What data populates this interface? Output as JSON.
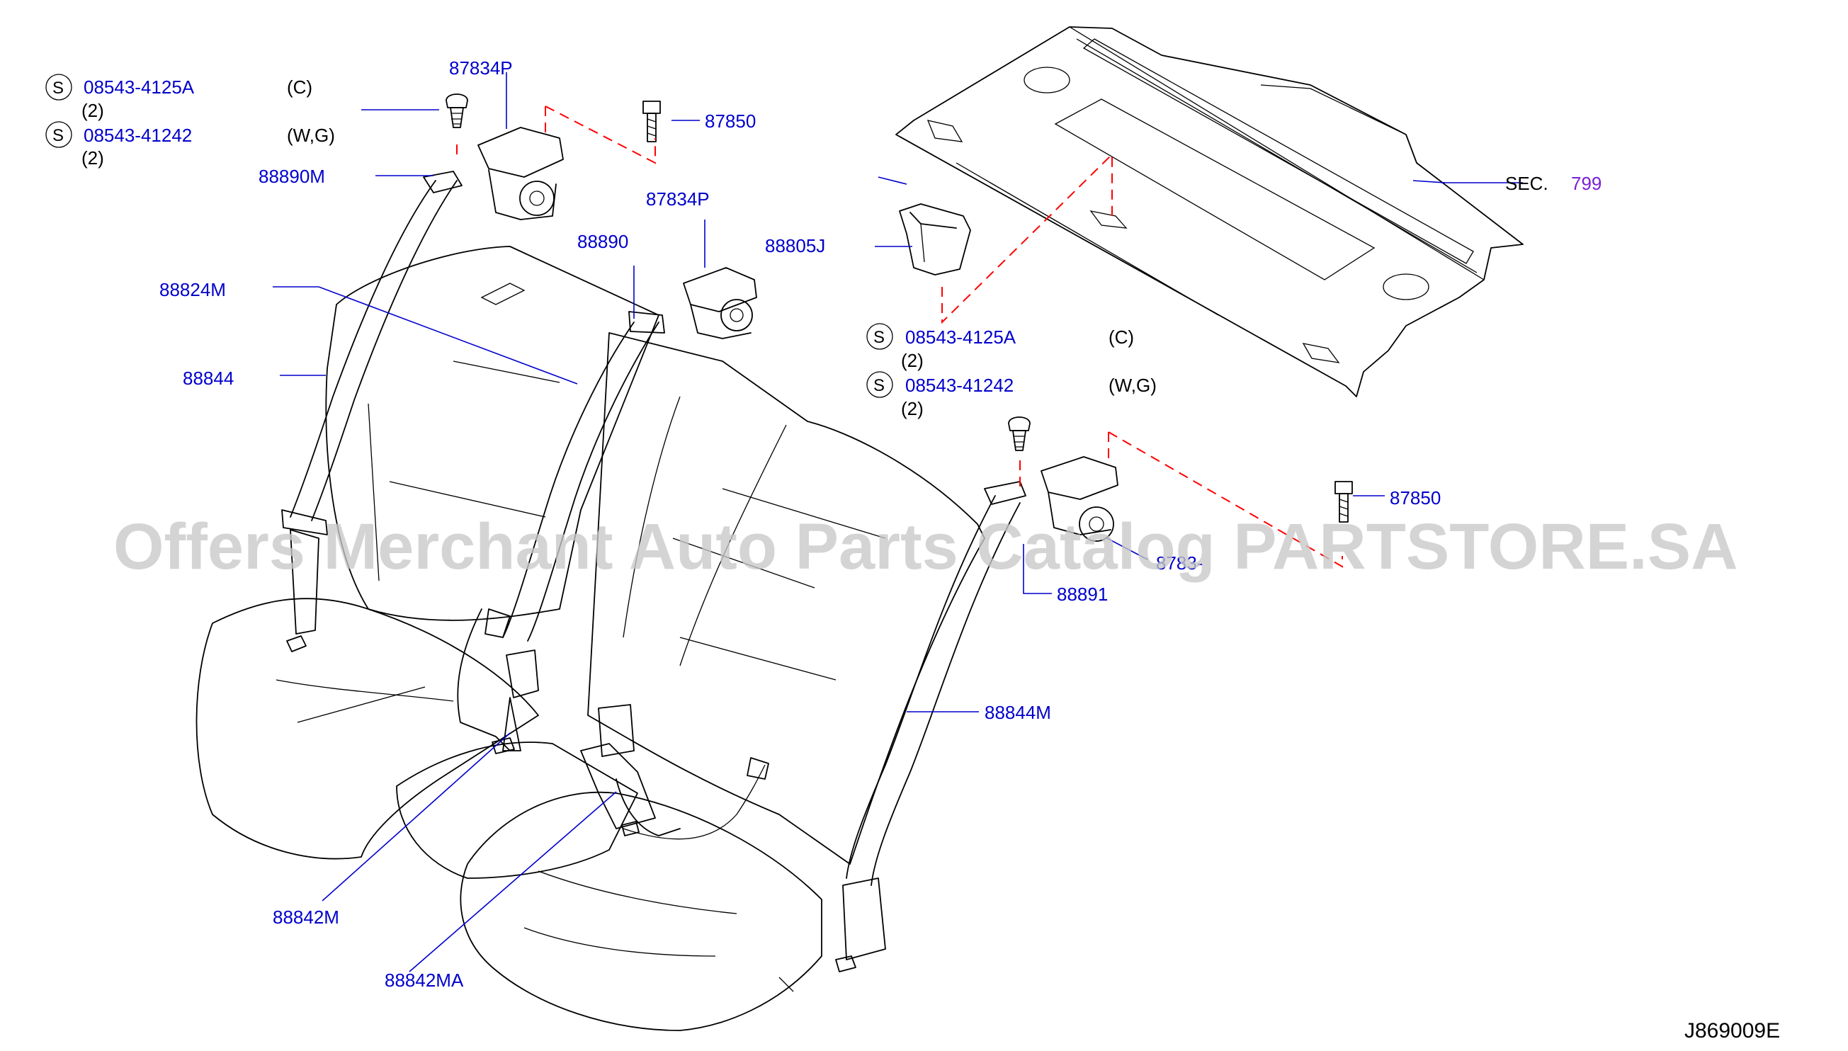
{
  "parts": {
    "p87834P_top": "87834P",
    "p87850_top": "87850",
    "p88890M": "88890M",
    "p87834P_mid": "87834P",
    "p88890": "88890",
    "p88805J": "88805J",
    "p88824M": "88824M",
    "p88844": "88844",
    "p87850_right": "87850",
    "p87834_partial": "8783-",
    "p88891": "88891",
    "p88844M": "88844M",
    "p88842M": "88842M",
    "p88842MA": "88842MA"
  },
  "fasteners_left": [
    {
      "symbol": "S",
      "part": "08543-4125A",
      "variant": "(C)",
      "qty": "(2)"
    },
    {
      "symbol": "S",
      "part": "08543-41242",
      "variant": "(W,G)",
      "qty": "(2)"
    }
  ],
  "fasteners_right": [
    {
      "symbol": "S",
      "part": "08543-4125A",
      "variant": "(C)",
      "qty": "(2)"
    },
    {
      "symbol": "S",
      "part": "08543-41242",
      "variant": "(W,G)",
      "qty": "(2)"
    }
  ],
  "section": {
    "prefix": "SEC.",
    "number": "799"
  },
  "watermark": "Offers Merchant Auto Parts Catalog PARTSTORE.SA",
  "diagram_code": "J869009E",
  "colors": {
    "label": "#0000cc",
    "leader": "#0000cc",
    "dashed_line": "#ff0000",
    "section_number": "#7a1fd6",
    "watermark": "#c8c8c8"
  }
}
